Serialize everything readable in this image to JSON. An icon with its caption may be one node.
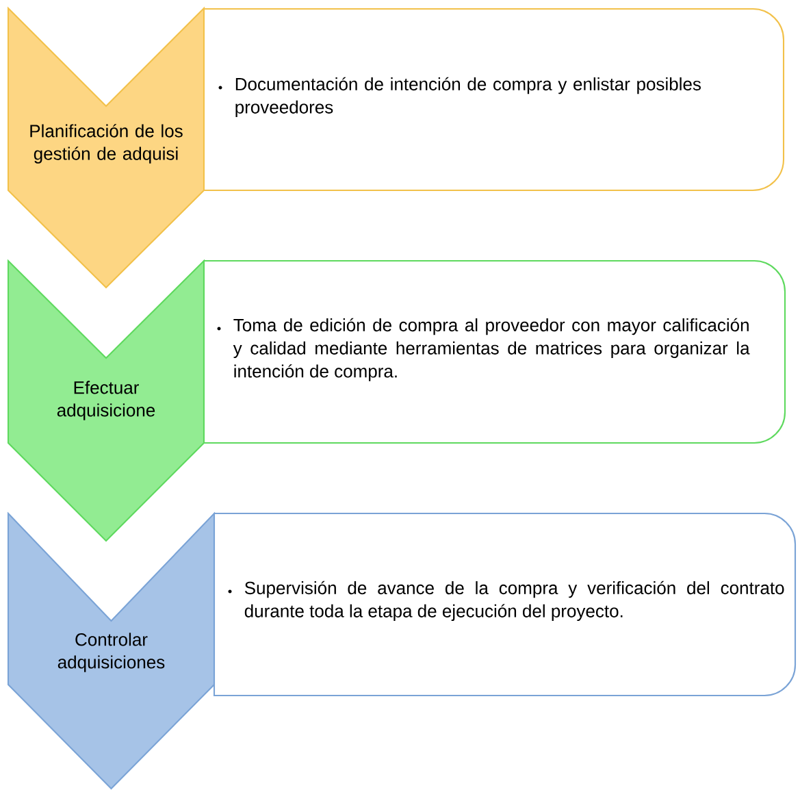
{
  "diagram": {
    "nodes": [
      {
        "text": [
          "Planificación de los gestión de adquisi"
        ]
      },
      {
        "text": [
          "Documentación de intención de compra y enlistar posibles proveedores"
        ]
      },
      {
        "text": [
          "Efectuar adquisicione"
        ]
      },
      {
        "text": [
          "Toma de edición de compra al proveedor con mayor calificación y calidad mediante herramientas de matrices para organizar la intención de compra."
        ]
      },
      {
        "text": [
          "Controlar adquisiciones"
        ]
      },
      {
        "text": [
          "Supervisión de avance de la compra y verificación del contrato durante toda la etapa de ejecución del proyecto."
        ]
      }
    ]
  }
}
